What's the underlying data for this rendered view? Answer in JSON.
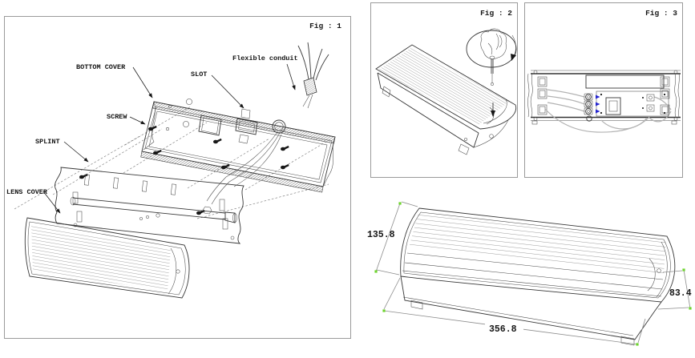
{
  "panels": {
    "fig1": {
      "title": "Fig : 1",
      "labels": {
        "bottom_cover": "BOTTOM COVER",
        "slot": "SLOT",
        "flexible_conduit": "Flexible conduit",
        "screw": "SCREW",
        "splint": "SPLINT",
        "lens_cover": "LENS COVER"
      }
    },
    "fig2": {
      "title": "Fig : 2"
    },
    "fig3": {
      "title": "Fig : 3"
    }
  },
  "dimensions": {
    "height": "135.8",
    "length": "356.8",
    "depth": "83.4"
  },
  "colors": {
    "line": "#383838",
    "panel_border": "#9a9a9a",
    "wire_gray": "#b2b2b2",
    "terminal_mark_blue": "#2424d0",
    "dimension_tick_green": "#6fd42e",
    "dimension_line_gray": "#8c8c8c"
  }
}
